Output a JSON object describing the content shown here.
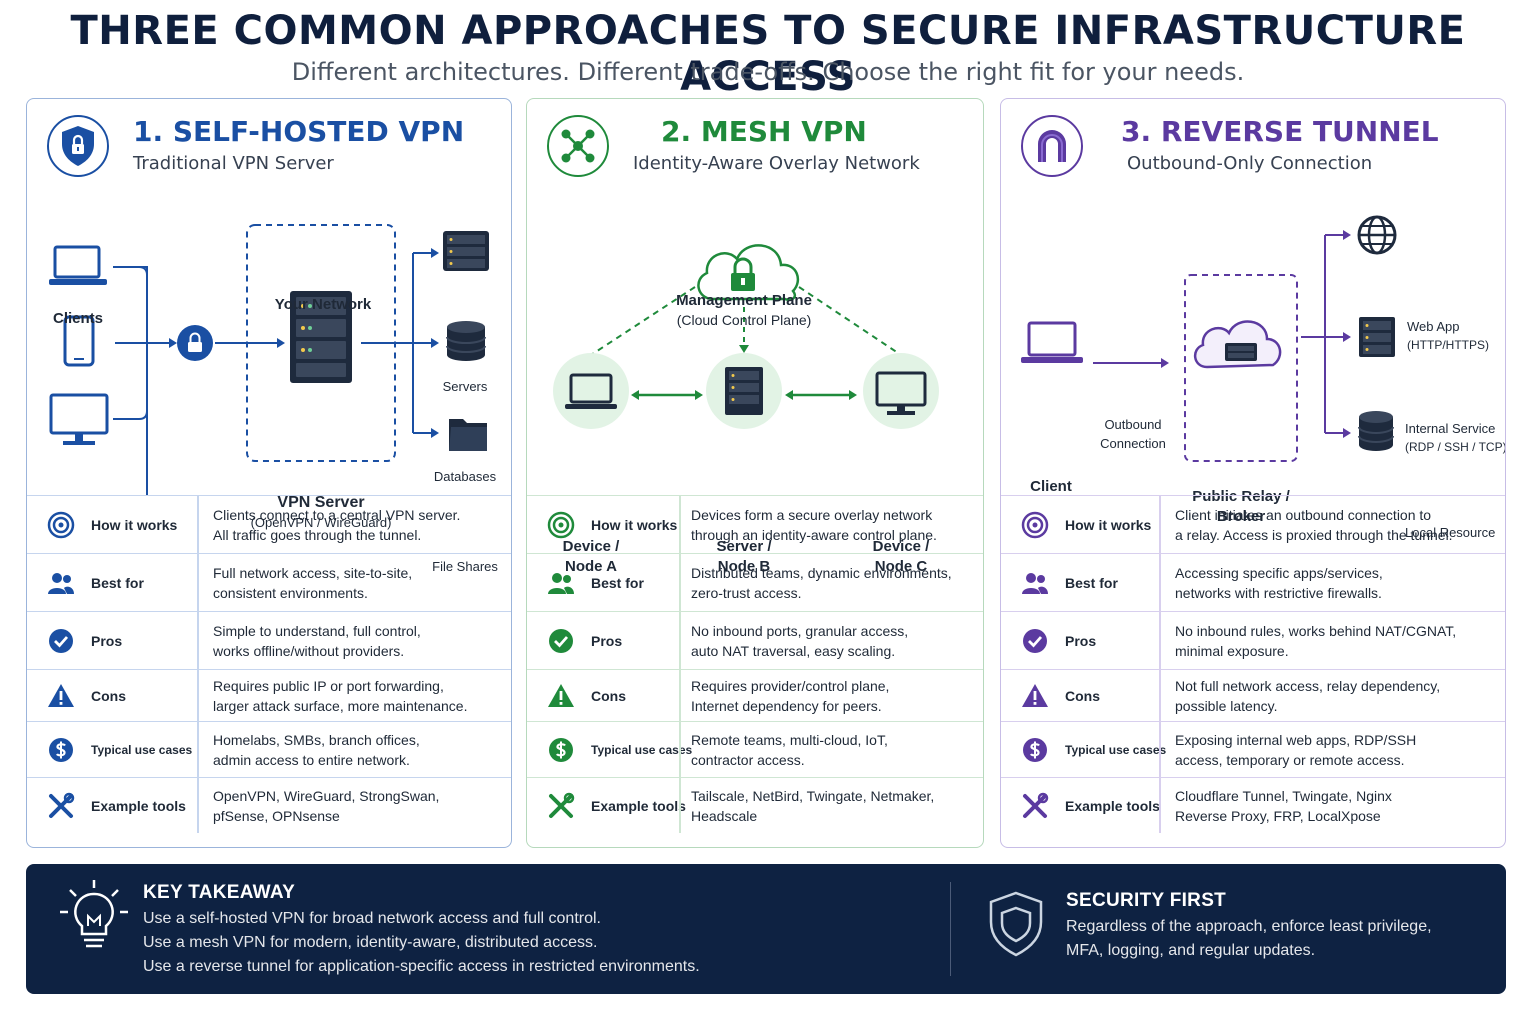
{
  "header": {
    "title": "THREE COMMON APPROACHES TO SECURE INFRASTRUCTURE ACCESS",
    "subtitle": "Different architectures. Different trade-offs. Choose the right fit for your needs."
  },
  "colors": {
    "blue": "#1a4fa3",
    "green": "#1f8a3b",
    "purple": "#5b3aa0",
    "navy": "#0e2242"
  },
  "rows": {
    "how": "How it works",
    "best": "Best for",
    "pros": "Pros",
    "cons": "Cons",
    "use": "Typical use cases",
    "tools": "Example tools"
  },
  "panels": [
    {
      "title": "1. SELF-HOSTED VPN",
      "subtitle": "Traditional VPN Server",
      "icon": "shield-icon",
      "diagram": {
        "clients": "Clients",
        "network": "Your Network",
        "server": "VPN Server",
        "server_sub": "(OpenVPN / WireGuard)",
        "servers": "Servers",
        "databases": "Databases",
        "files": "File Shares"
      },
      "rows": [
        [
          "Clients connect to a central VPN server.",
          "All traffic goes through the tunnel."
        ],
        [
          "Full network access, site-to-site,",
          "consistent environments."
        ],
        [
          "Simple to understand, full control,",
          "works offline/without providers."
        ],
        [
          "Requires public IP or port forwarding,",
          "larger attack surface, more maintenance."
        ],
        [
          "Homelabs, SMBs, branch offices,",
          "admin access to entire network."
        ],
        [
          "OpenVPN, WireGuard, StrongSwan,",
          "pfSense, OPNsense"
        ]
      ]
    },
    {
      "title": "2. MESH VPN",
      "subtitle": "Identity-Aware Overlay Network",
      "icon": "mesh-network-icon",
      "diagram": {
        "plane": "Management Plane",
        "plane_sub": "(Cloud Control Plane)",
        "node_a_1": "Device /",
        "node_a_2": "Node A",
        "node_b_1": "Server /",
        "node_b_2": "Node B",
        "node_c_1": "Device /",
        "node_c_2": "Node C"
      },
      "rows": [
        [
          "Devices form a secure overlay network",
          "through an identity-aware control plane."
        ],
        [
          "Distributed teams, dynamic environments,",
          "zero-trust access."
        ],
        [
          "No inbound ports, granular access,",
          "auto NAT traversal, easy scaling."
        ],
        [
          "Requires provider/control plane,",
          "Internet dependency for peers."
        ],
        [
          "Remote teams, multi-cloud, IoT,",
          "contractor access."
        ],
        [
          "Tailscale, NetBird, Twingate, Netmaker,",
          "Headscale"
        ]
      ]
    },
    {
      "title": "3. REVERSE TUNNEL",
      "subtitle": "Outbound-Only Connection",
      "icon": "magnet-icon",
      "diagram": {
        "client": "Client",
        "outbound_1": "Outbound",
        "outbound_2": "Connection",
        "relay_1": "Public Relay /",
        "relay_2": "Broker",
        "web_1": "Web App",
        "web_2": "(HTTP/HTTPS)",
        "internal_1": "Internal Service",
        "internal_2": "(RDP / SSH / TCP)",
        "local": "Local Resource"
      },
      "rows": [
        [
          "Client initiates an outbound connection to",
          "a relay. Access is proxied through the tunnel."
        ],
        [
          "Accessing specific apps/services,",
          "networks with restrictive firewalls."
        ],
        [
          "No inbound rules, works behind NAT/CGNAT,",
          "minimal exposure."
        ],
        [
          "Not full network access, relay dependency,",
          "possible latency."
        ],
        [
          "Exposing internal web apps, RDP/SSH",
          "access, temporary or remote access."
        ],
        [
          "Cloudflare Tunnel, Twingate, Nginx",
          "Reverse Proxy, FRP, LocalXpose"
        ]
      ]
    }
  ],
  "takeaway": {
    "title": "KEY TAKEAWAY",
    "lines": [
      "Use a self-hosted VPN for broad network access and full control.",
      "Use a mesh VPN for modern, identity-aware, distributed access.",
      "Use a reverse tunnel for application-specific access in restricted environments."
    ]
  },
  "security": {
    "title": "SECURITY FIRST",
    "lines": [
      "Regardless of the approach, enforce least privilege,",
      "MFA, logging, and regular updates."
    ]
  }
}
